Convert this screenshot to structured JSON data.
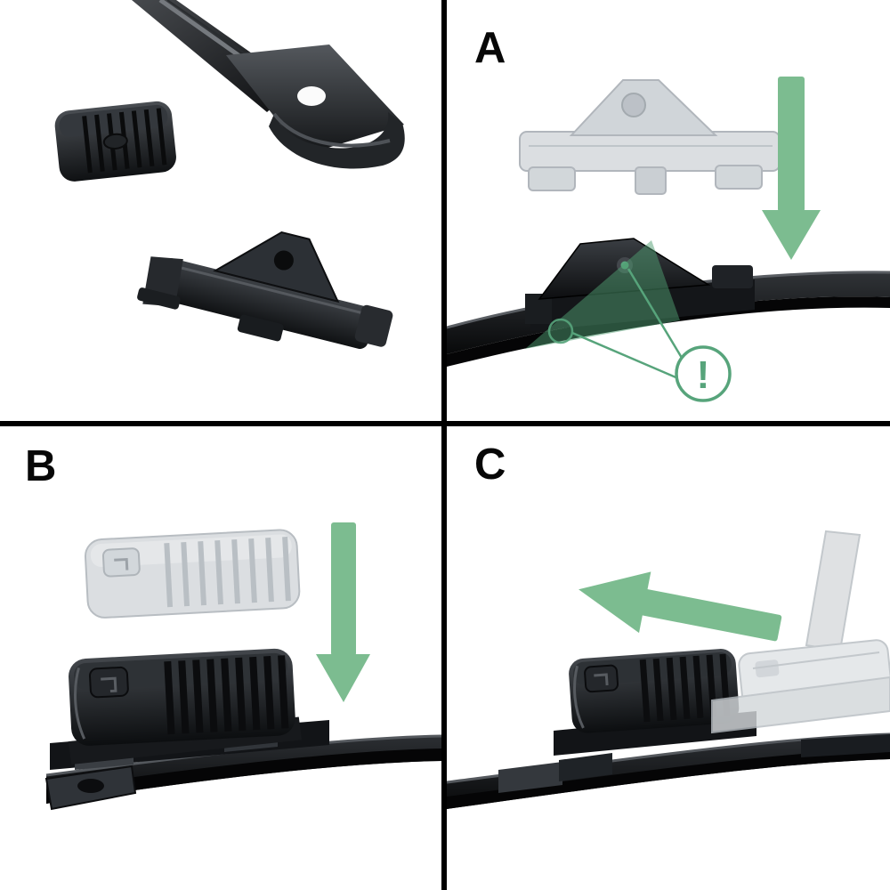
{
  "figure": {
    "background": "#ffffff",
    "divider_color": "#000000"
  },
  "panels": [
    {
      "id": "parts-overview",
      "label": ""
    },
    {
      "id": "step-a",
      "label": "A",
      "warning_symbol": "!"
    },
    {
      "id": "step-b",
      "label": "B"
    },
    {
      "id": "step-c",
      "label": "C"
    }
  ],
  "colors": {
    "arrow_green": "#7cbc90",
    "highlight_green": "#4f9e72",
    "warning_green": "#57a47b",
    "part_dark": "#101214",
    "ghost_gray": "#d7dadd"
  }
}
